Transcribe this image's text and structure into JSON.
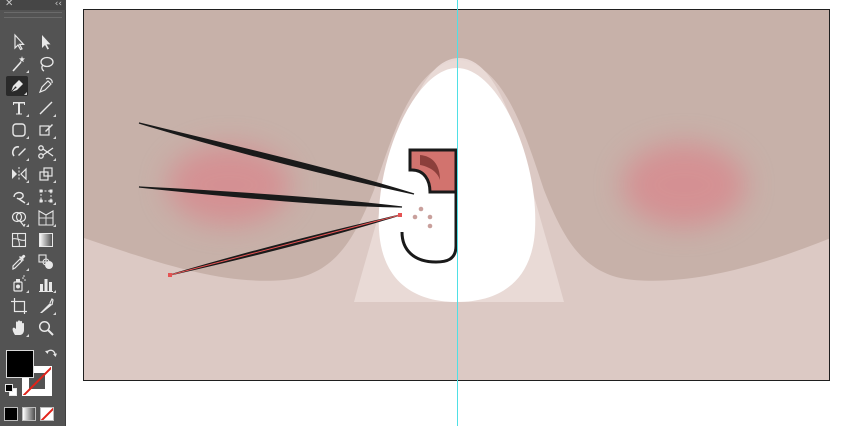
{
  "toolbar": {
    "close_glyph": "✕",
    "collapse_glyph": "‹‹",
    "tools": [
      {
        "name": "selection-tool",
        "icon": "selection-arrow-icon"
      },
      {
        "name": "direct-selection-tool",
        "icon": "direct-selection-arrow-icon"
      },
      {
        "name": "magic-wand-tool",
        "icon": "magic-wand-icon"
      },
      {
        "name": "lasso-tool",
        "icon": "lasso-icon"
      },
      {
        "name": "pen-tool",
        "icon": "pen-icon",
        "active": true
      },
      {
        "name": "curvature-tool",
        "icon": "curvature-icon"
      },
      {
        "name": "type-tool",
        "icon": "type-icon"
      },
      {
        "name": "line-segment-tool",
        "icon": "line-segment-icon"
      },
      {
        "name": "rectangle-tool",
        "icon": "rounded-rectangle-icon"
      },
      {
        "name": "paintbrush-tool",
        "icon": "paintbrush-icon"
      },
      {
        "name": "shaper-tool",
        "icon": "shaper-icon"
      },
      {
        "name": "scissors-tool",
        "icon": "scissors-icon"
      },
      {
        "name": "rotate-tool",
        "icon": "rotate-icon"
      },
      {
        "name": "scale-tool",
        "icon": "scale-icon"
      },
      {
        "name": "reflect-tool",
        "icon": "reflect-icon"
      },
      {
        "name": "free-transform-tool",
        "icon": "free-transform-icon"
      },
      {
        "name": "shape-builder-tool",
        "icon": "shape-builder-icon"
      },
      {
        "name": "perspective-grid-tool",
        "icon": "perspective-grid-icon"
      },
      {
        "name": "mesh-tool",
        "icon": "mesh-icon"
      },
      {
        "name": "gradient-tool",
        "icon": "gradient-icon"
      },
      {
        "name": "eyedropper-tool",
        "icon": "eyedropper-icon"
      },
      {
        "name": "blend-tool",
        "icon": "blend-icon"
      },
      {
        "name": "symbol-sprayer-tool",
        "icon": "symbol-sprayer-icon"
      },
      {
        "name": "column-graph-tool",
        "icon": "column-graph-icon"
      },
      {
        "name": "artboard-tool",
        "icon": "artboard-icon"
      },
      {
        "name": "slice-tool",
        "icon": "slice-icon"
      },
      {
        "name": "hand-tool",
        "icon": "hand-icon"
      },
      {
        "name": "zoom-tool",
        "icon": "zoom-icon"
      }
    ],
    "fill_color": "#000000",
    "stroke_color": "none"
  },
  "colors": {
    "toolbar_bg": "#535353",
    "artboard_top": "#c7b1a9",
    "artboard_bottom": "#dcc9c4",
    "cheek": "#d9868c",
    "face": "#ffffff",
    "mouth_fill": "#d2736e",
    "guide": "#4fe0e6",
    "anchor": "#e55353"
  }
}
